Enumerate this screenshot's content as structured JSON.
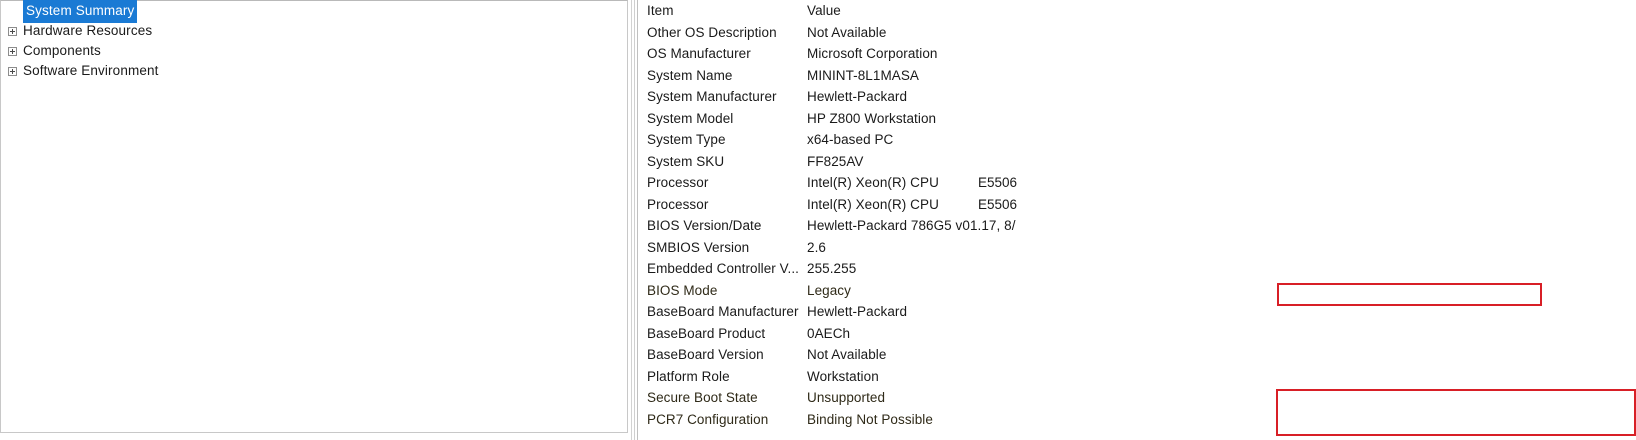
{
  "tree": {
    "items": [
      {
        "label": "System Summary",
        "selected": true,
        "expandable": false,
        "name": "sidebar-item-system-summary"
      },
      {
        "label": "Hardware Resources",
        "selected": false,
        "expandable": true,
        "name": "sidebar-item-hardware-resources"
      },
      {
        "label": "Components",
        "selected": false,
        "expandable": true,
        "name": "sidebar-item-components"
      },
      {
        "label": "Software Environment",
        "selected": false,
        "expandable": true,
        "name": "sidebar-item-software-environment"
      }
    ],
    "selection_color": "#1a7ad4",
    "selection_text_color": "#ffffff"
  },
  "detail": {
    "columns": {
      "item": "Item",
      "value": "Value"
    },
    "rows": [
      {
        "item": "Other OS Description",
        "value": "Not Available",
        "highlight": false
      },
      {
        "item": "OS Manufacturer",
        "value": "Microsoft Corporation",
        "highlight": false
      },
      {
        "item": "System Name",
        "value": "MININT-8L1MASA",
        "highlight": false
      },
      {
        "item": "System Manufacturer",
        "value": "Hewlett-Packard",
        "highlight": false
      },
      {
        "item": "System Model",
        "value": "HP Z800 Workstation",
        "highlight": false
      },
      {
        "item": "System Type",
        "value": "x64-based PC",
        "highlight": false
      },
      {
        "item": "System SKU",
        "value": "FF825AV",
        "highlight": false
      },
      {
        "item": "Processor",
        "value": "Intel(R) Xeon(R) CPU",
        "value_ext": "E5506",
        "highlight": false
      },
      {
        "item": "Processor",
        "value": "Intel(R) Xeon(R) CPU",
        "value_ext": "E5506",
        "highlight": false
      },
      {
        "item": "BIOS Version/Date",
        "value": "Hewlett-Packard 786G5 v01.17, 8/",
        "highlight": false
      },
      {
        "item": "SMBIOS Version",
        "value": "2.6",
        "highlight": false
      },
      {
        "item": "Embedded Controller V...",
        "value": "255.255",
        "highlight": false
      },
      {
        "item": "BIOS Mode",
        "value": "Legacy",
        "highlight": true
      },
      {
        "item": "BaseBoard Manufacturer",
        "value": "Hewlett-Packard",
        "highlight": false
      },
      {
        "item": "BaseBoard Product",
        "value": "0AECh",
        "highlight": false
      },
      {
        "item": "BaseBoard Version",
        "value": "Not Available",
        "highlight": false
      },
      {
        "item": "Platform Role",
        "value": "Workstation",
        "highlight": false
      },
      {
        "item": "Secure Boot State",
        "value": "Unsupported",
        "highlight": true
      },
      {
        "item": "PCR7 Configuration",
        "value": "Binding Not Possible",
        "highlight": true
      }
    ]
  },
  "annotations": {
    "color": "#d81f26",
    "boxes": [
      {
        "name": "bios-mode-highlight",
        "targets": [
          "BIOS Mode"
        ]
      },
      {
        "name": "secure-boot-highlight",
        "targets": [
          "Secure Boot State",
          "PCR7 Configuration"
        ]
      }
    ]
  }
}
